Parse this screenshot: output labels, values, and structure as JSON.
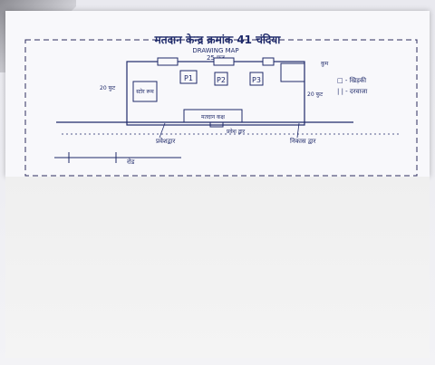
{
  "document": {
    "title": "मतदान केन्द्र क्रमांक 41 चंदिया",
    "subtitle": "DRAWING MAP",
    "dimension": "25 फुट",
    "rooms": [
      "P1",
      "P2",
      "P3"
    ],
    "side_left": "20 फुट",
    "side_right": "20 फुट",
    "corner_room": "स्टोर रूम",
    "right_room_label": "कुम",
    "center_room": "मतदान कक्ष",
    "doorway": "प्रवेश द्वार",
    "entry": "प्रवेशद्वार",
    "exit": "निकास द्वार",
    "legend": [
      "□ - खिड़की",
      "| | - दरवाजा"
    ],
    "road": "रोड"
  }
}
